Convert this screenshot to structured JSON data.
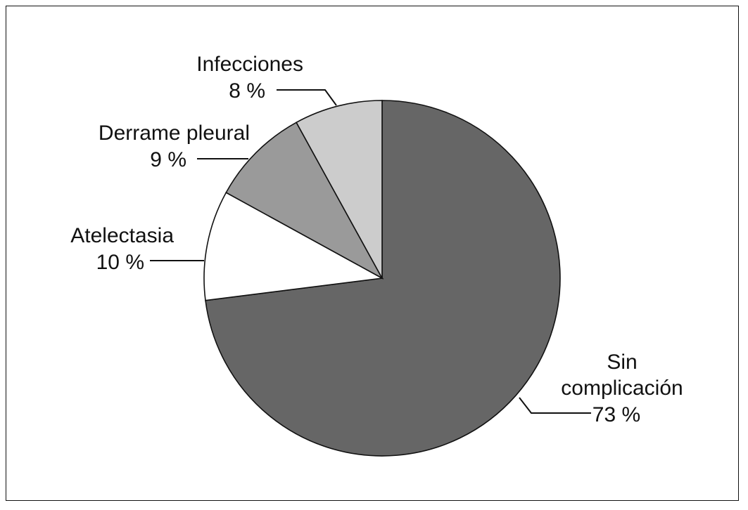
{
  "chart_data": {
    "type": "pie",
    "slices": [
      {
        "label": "Sin complicación",
        "label_lines": [
          "Sin",
          "complicación"
        ],
        "value": 73,
        "value_text": "73 %",
        "color": "#666666"
      },
      {
        "label": "Atelectasia",
        "label_lines": [
          "Atelectasia"
        ],
        "value": 10,
        "value_text": "10 %",
        "color": "#ffffff"
      },
      {
        "label": "Derrame pleural",
        "label_lines": [
          "Derrame pleural"
        ],
        "value": 9,
        "value_text": "9 %",
        "color": "#9a9a9a"
      },
      {
        "label": "Infecciones",
        "label_lines": [
          "Infecciones"
        ],
        "value": 8,
        "value_text": "8 %",
        "color": "#cccccc"
      }
    ],
    "start": "12 o'clock",
    "direction": "clockwise",
    "legend": "none",
    "title": ""
  }
}
